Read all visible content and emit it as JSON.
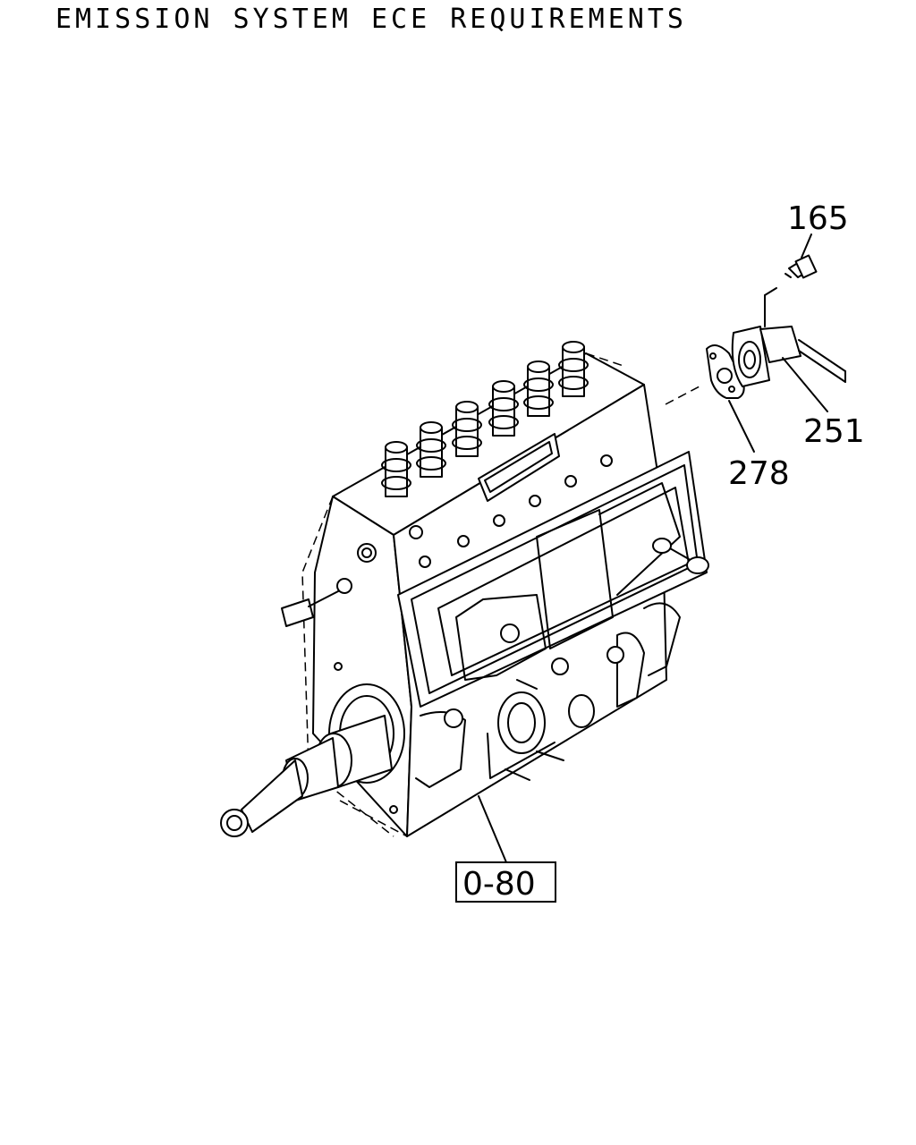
{
  "title": "EMISSION SYSTEM ECE REQUIREMENTS",
  "callouts": {
    "bolt": "165",
    "sensor": "251",
    "gasket": "278",
    "pump_assembly": "0-80"
  }
}
